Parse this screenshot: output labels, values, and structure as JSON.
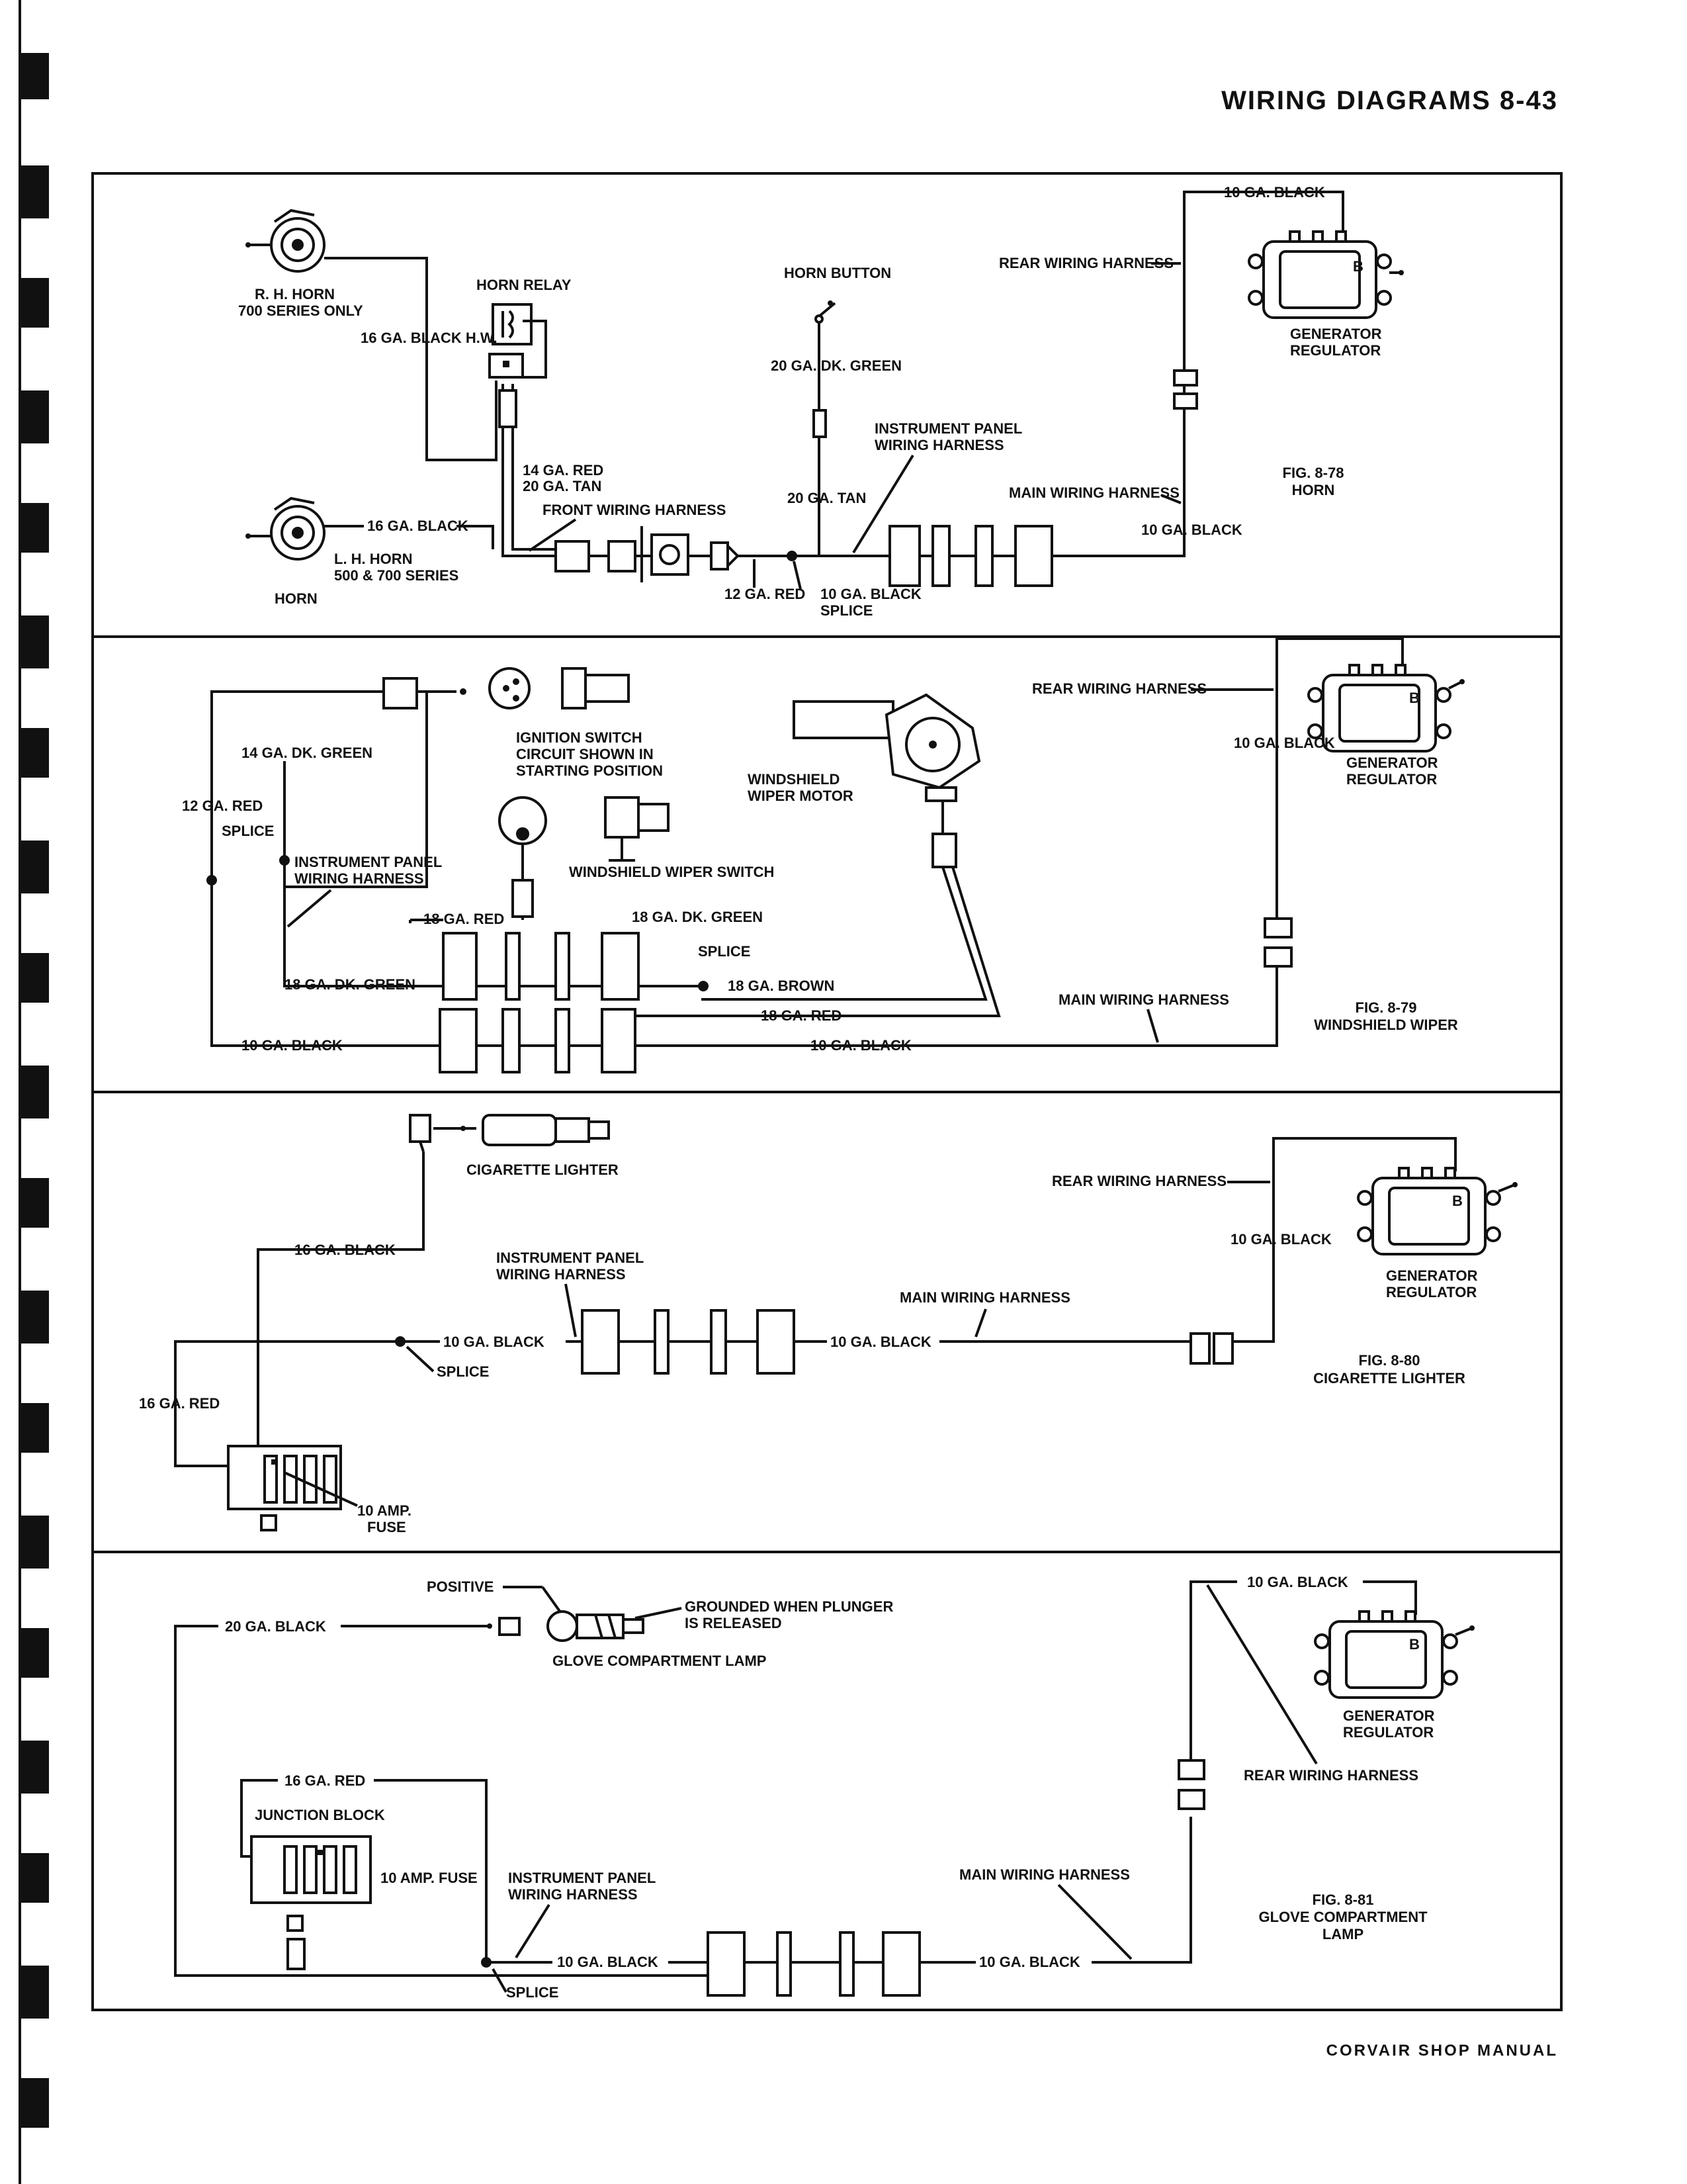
{
  "header": {
    "title": "WIRING DIAGRAMS 8-43"
  },
  "footer": {
    "text": "CORVAIR SHOP MANUAL"
  },
  "figures": {
    "horn": {
      "fig_number": "FIG. 8-78",
      "fig_title": "HORN",
      "labels": {
        "rh_horn_1": "R. H. HORN",
        "rh_horn_2": "700 SERIES ONLY",
        "horn_relay": "HORN RELAY",
        "black_hw": "16 GA. BLACK H.W.",
        "red_14": "14 GA. RED",
        "tan_20a": "20 GA. TAN",
        "front_harness": "FRONT WIRING HARNESS",
        "black_16": "16 GA. BLACK",
        "lh_horn_1": "L. H. HORN",
        "lh_horn_2": "500 & 700 SERIES",
        "horn": "HORN",
        "horn_button": "HORN BUTTON",
        "dk_green_20": "20 GA. DK. GREEN",
        "ip_harness_1": "INSTRUMENT PANEL",
        "ip_harness_2": "WIRING HARNESS",
        "tan_20b": "20 GA. TAN",
        "red_12": "12 GA. RED",
        "black_10a": "10 GA. BLACK",
        "splice": "SPLICE",
        "rear_harness": "REAR WIRING HARNESS",
        "black_10_top": "10 GA. BLACK",
        "gen_reg_1": "GENERATOR",
        "gen_reg_2": "REGULATOR",
        "b_term": "B",
        "main_harness": "MAIN WIRING HARNESS",
        "black_10b": "10 GA. BLACK"
      }
    },
    "wiper": {
      "fig_number": "FIG. 8-79",
      "fig_title": "WINDSHIELD WIPER",
      "labels": {
        "dk_green_14": "14 GA. DK. GREEN",
        "red_12": "12 GA. RED",
        "splice_a": "SPLICE",
        "ip_harness_1": "INSTRUMENT PANEL",
        "ip_harness_2": "WIRING HARNESS",
        "ign_1": "IGNITION SWITCH",
        "ign_2": "CIRCUIT SHOWN IN",
        "ign_3": "STARTING POSITION",
        "wiper_switch": "WINDSHIELD WIPER SWITCH",
        "motor_1": "WINDSHIELD",
        "motor_2": "WIPER MOTOR",
        "red_18": "18 GA. RED",
        "dk_green_18a": "18 GA. DK. GREEN",
        "dk_green_18b": "18 GA. DK. GREEN",
        "splice_b": "SPLICE",
        "brown_18": "18 GA. BROWN",
        "red_18b": "18 GA. RED",
        "black_10a": "10 GA. BLACK",
        "black_10b": "10 GA. BLACK",
        "rear_harness": "REAR WIRING HARNESS",
        "black_10c": "10 GA. BLACK",
        "gen_reg_1": "GENERATOR",
        "gen_reg_2": "REGULATOR",
        "b_term": "B",
        "main_harness": "MAIN WIRING HARNESS"
      }
    },
    "lighter": {
      "fig_number": "FIG. 8-80",
      "fig_title": "CIGARETTE LIGHTER",
      "labels": {
        "lighter": "CIGARETTE LIGHTER",
        "black_16": "16 GA. BLACK",
        "ip_harness_1": "INSTRUMENT PANEL",
        "ip_harness_2": "WIRING HARNESS",
        "black_10a": "10 GA. BLACK",
        "splice": "SPLICE",
        "red_16": "16 GA. RED",
        "fuse_1": "10 AMP.",
        "fuse_2": "FUSE",
        "black_10b": "10 GA. BLACK",
        "main_harness": "MAIN WIRING HARNESS",
        "rear_harness": "REAR WIRING HARNESS",
        "black_10c": "10 GA. BLACK",
        "gen_reg_1": "GENERATOR",
        "gen_reg_2": "REGULATOR",
        "b_term": "B"
      }
    },
    "glove": {
      "fig_number": "FIG. 8-81",
      "fig_title_1": "GLOVE COMPARTMENT",
      "fig_title_2": "LAMP",
      "labels": {
        "positive": "POSITIVE",
        "grounded_1": "GROUNDED WHEN PLUNGER",
        "grounded_2": "IS RELEASED",
        "lamp": "GLOVE COMPARTMENT LAMP",
        "black_20": "20 GA. BLACK",
        "red_16": "16 GA. RED",
        "junction": "JUNCTION BLOCK",
        "fuse": "10 AMP. FUSE",
        "ip_harness_1": "INSTRUMENT PANEL",
        "ip_harness_2": "WIRING HARNESS",
        "black_10a": "10 GA. BLACK",
        "splice": "SPLICE",
        "black_10b": "10 GA. BLACK",
        "main_harness": "MAIN WIRING HARNESS",
        "black_10_top": "10 GA. BLACK",
        "gen_reg_1": "GENERATOR",
        "gen_reg_2": "REGULATOR",
        "b_term": "B",
        "rear_harness": "REAR WIRING HARNESS"
      }
    }
  }
}
